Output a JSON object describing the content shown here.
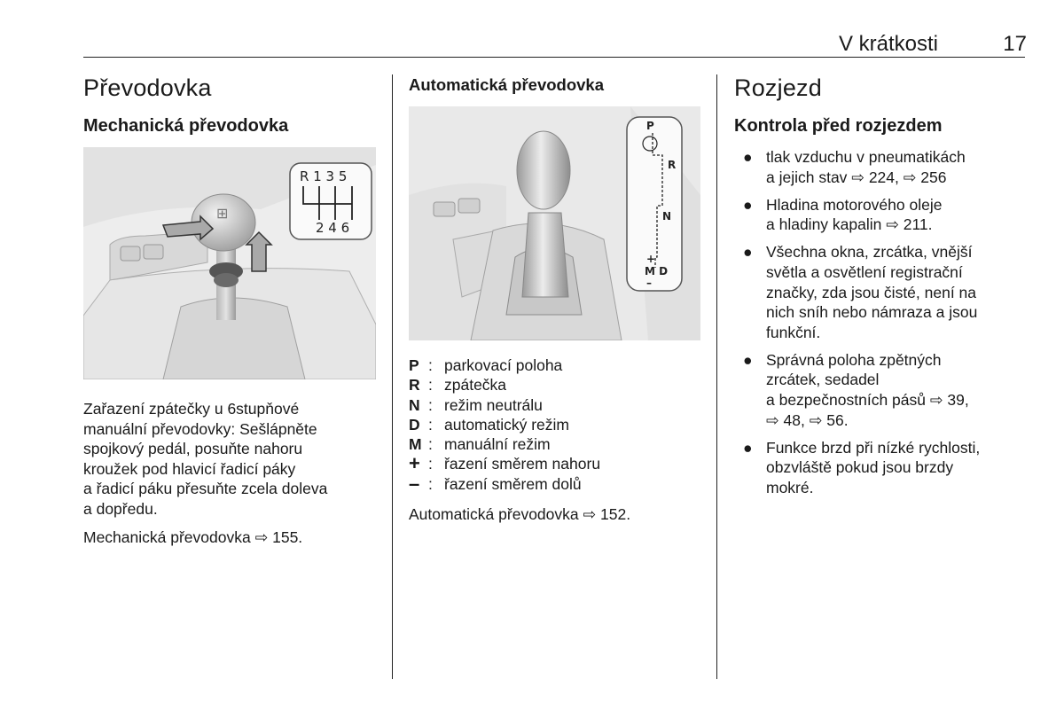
{
  "header": {
    "section": "V krátkosti",
    "page": "17"
  },
  "col1": {
    "title": "Převodovka",
    "subtitle": "Mechanická převodovka",
    "shift_pattern": {
      "top": "R 1 3 5",
      "bottom": "2 4 6"
    },
    "para_lines": [
      "Zařazení zpátečky u 6stupňové",
      "manuální převodovky: Sešlápněte",
      "spojkový pedál, posuňte nahoru",
      "kroužek pod hlavicí řadicí páky",
      "a řadicí páku přesuňte zcela doleva",
      "a dopředu."
    ],
    "ref": "Mechanická převodovka ⇨ 155."
  },
  "col2": {
    "subtitle": "Automatická převodovka",
    "gate_labels": {
      "p": "P",
      "r": "R",
      "n": "N",
      "plus": "+",
      "md": "M D",
      "minus": "–"
    },
    "legend": [
      {
        "key": "P",
        "desc": "parkovací poloha"
      },
      {
        "key": "R",
        "desc": "zpátečka"
      },
      {
        "key": "N",
        "desc": "režim neutrálu"
      },
      {
        "key": "D",
        "desc": "automatický režim"
      },
      {
        "key": "M",
        "desc": "manuální režim"
      },
      {
        "key": "+",
        "desc": "řazení směrem nahoru"
      },
      {
        "key": "–",
        "desc": "řazení směrem dolů"
      }
    ],
    "ref": "Automatická převodovka ⇨ 152."
  },
  "col3": {
    "title": "Rozjezd",
    "subtitle": "Kontrola před rozjezdem",
    "bullets": [
      [
        "tlak vzduchu v pneumatikách",
        "a jejich stav ⇨ 224, ⇨ 256"
      ],
      [
        "Hladina motorového oleje",
        "a hladiny kapalin ⇨ 211."
      ],
      [
        "Všechna okna, zrcátka, vnější",
        "světla a osvětlení registrační",
        "značky, zda jsou čisté, není na",
        "nich sníh nebo námraza a jsou",
        "funkční."
      ],
      [
        "Správná poloha zpětných",
        "zrcátek, sedadel",
        "a bezpečnostních pásů ⇨ 39,",
        "⇨ 48, ⇨ 56."
      ],
      [
        "Funkce brzd při nízké rychlosti,",
        "obzvláště pokud jsou brzdy",
        "mokré."
      ]
    ]
  }
}
